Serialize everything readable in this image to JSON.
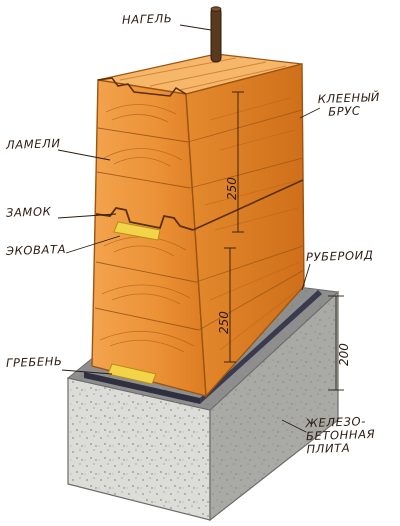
{
  "labels": {
    "nagel": "НАГЕЛЬ",
    "glued_beam_line1": "КЛЕЕНЫЙ",
    "glued_beam_line2": "БРУС",
    "lamels": "ЛАМЕЛИ",
    "lock": "ЗАМОК",
    "ecowool": "ЭКОВАТА",
    "ruberoid": "РУБЕРОИД",
    "ridge": "ГРЕБЕНЬ",
    "concrete_line1": "ЖЕЛЕЗО-",
    "concrete_line2": "БЕТОННАЯ",
    "concrete_line3": "ПЛИТА"
  },
  "dimensions": {
    "upper_beam": "250",
    "lower_beam": "250",
    "foundation": "200"
  },
  "colors": {
    "wood_light": "#f2a34c",
    "wood_mid": "#e98a2b",
    "wood_dark": "#c96a17",
    "wood_top": "#f6b76b",
    "concrete_front": "#dcdcd8",
    "concrete_side": "#a9a9a5",
    "concrete_top": "#8e8e8e",
    "ruberoid": "#2f2f40",
    "insulation": "#f3d34a",
    "dowel": "#5a3a1e",
    "ink": "#2b1c12"
  }
}
